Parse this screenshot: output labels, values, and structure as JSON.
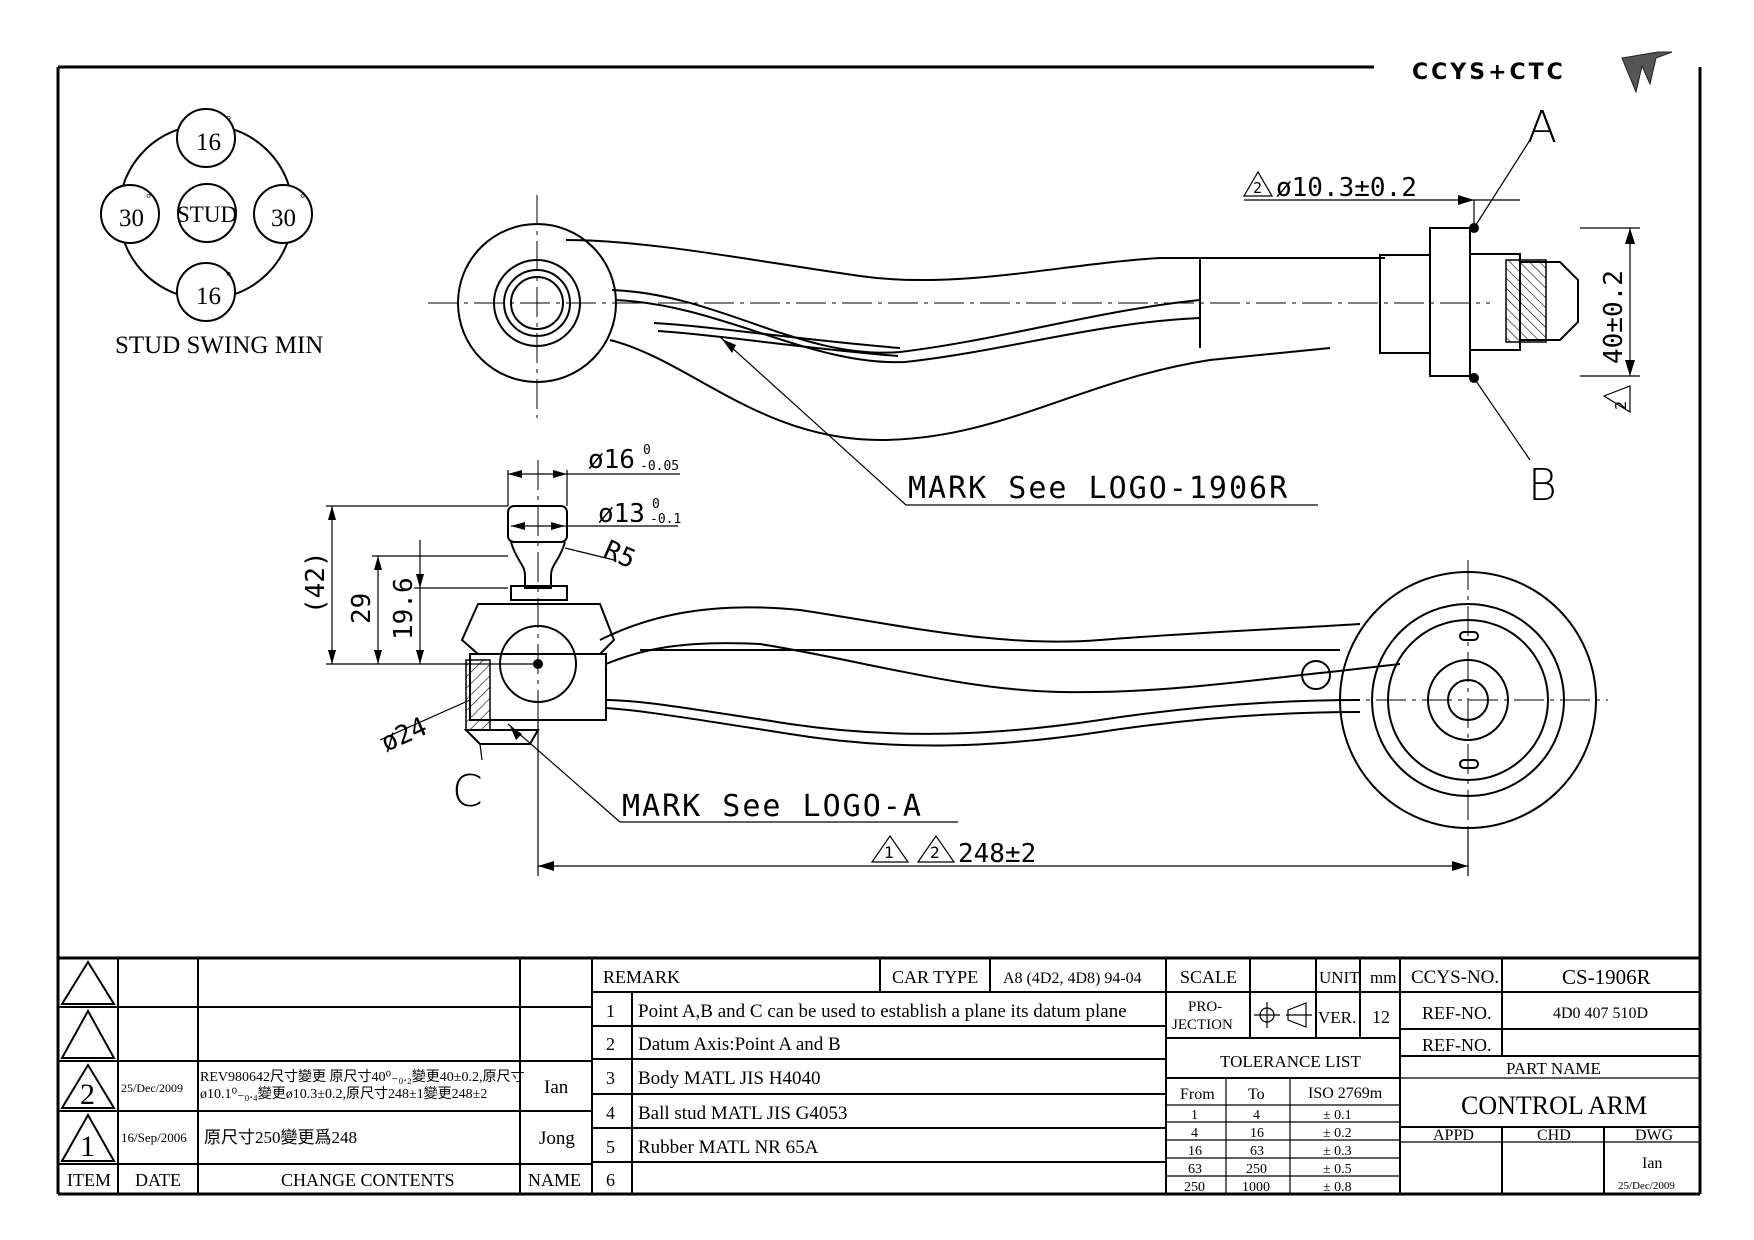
{
  "logo": {
    "text": "CCYS+CTC"
  },
  "stud_swing": {
    "top": "16",
    "left": "30",
    "center": "STUD",
    "right": "30",
    "bottom": "16",
    "degree": "°",
    "caption": "STUD SWING MIN"
  },
  "datum_labels": {
    "a": "A",
    "b": "B",
    "c": "C"
  },
  "top_view": {
    "dim_dia": "ø10.3±0.2",
    "dim_dia_rev": "2",
    "dim_height": "40±0.2",
    "dim_height_rev": "2",
    "mark_note": "MARK See LOGO-1906R"
  },
  "side_view": {
    "dim_16": "ø16",
    "dim_16_tol_upper": "0",
    "dim_16_tol_lower": "-0.05",
    "dim_13": "ø13",
    "dim_13_tol_upper": "0",
    "dim_13_tol_lower": "-0.1",
    "dim_r5": "R5",
    "dim_42": "(42)",
    "dim_29": "29",
    "dim_196": "19.6",
    "dim_24": "ø24",
    "mark_note": "MARK See LOGO-A",
    "dim_length": "248±2",
    "dim_length_rev1": "1",
    "dim_length_rev2": "2"
  },
  "revisions": {
    "rows": [
      {
        "item": "",
        "date": "",
        "contents": "",
        "name": ""
      },
      {
        "item": "",
        "date": "",
        "contents": "",
        "name": ""
      },
      {
        "item": "2",
        "date": "25/Dec/2009",
        "contents_line1": "REV980642尺寸變更 原尺寸40⁰₋₀.₂變更40±0.2,原尺寸",
        "contents_line2": "ø10.1⁰₋₀.₄變更ø10.3±0.2,原尺寸248±1變更248±2",
        "name": "Ian"
      },
      {
        "item": "1",
        "date": "16/Sep/2006",
        "contents": "原尺寸250變更爲248",
        "name": "Jong"
      }
    ],
    "headers": {
      "item": "ITEM",
      "date": "DATE",
      "contents": "CHANGE CONTENTS",
      "name": "NAME"
    }
  },
  "remarks": {
    "header": "REMARK",
    "car_type_label": "CAR TYPE",
    "car_type_value": "A8 (4D2, 4D8) 94-04",
    "items": [
      {
        "no": "1",
        "text": "Point A,B and C can be used to establish a plane its datum plane"
      },
      {
        "no": "2",
        "text": "Datum Axis:Point A and B"
      },
      {
        "no": "3",
        "text": "Body MATL JIS H4040"
      },
      {
        "no": "4",
        "text": "Ball stud MATL JIS G4053"
      },
      {
        "no": "5",
        "text": "Rubber MATL NR 65A"
      },
      {
        "no": "6",
        "text": ""
      }
    ]
  },
  "scale_block": {
    "scale_label": "SCALE",
    "scale_value": "",
    "unit_label": "UNIT",
    "unit_value": "mm",
    "projection_label_1": "PRO-",
    "projection_label_2": "JECTION",
    "ver_label": "VER.",
    "ver_value": "12",
    "tolerance_title": "TOLERANCE LIST",
    "tolerance_headers": [
      "From",
      "To",
      "ISO 2769m"
    ],
    "tolerance_rows": [
      [
        "1",
        "4",
        "± 0.1"
      ],
      [
        "4",
        "16",
        "± 0.2"
      ],
      [
        "16",
        "63",
        "± 0.3"
      ],
      [
        "63",
        "250",
        "± 0.5"
      ],
      [
        "250",
        "1000",
        "± 0.8"
      ]
    ]
  },
  "title_block": {
    "ccys_no_label": "CCYS-NO.",
    "ccys_no_value": "CS-1906R",
    "ref_no_label_1": "REF-NO.",
    "ref_no_value_1": "4D0 407 510D",
    "ref_no_label_2": "REF-NO.",
    "ref_no_value_2": "",
    "part_name_label": "PART NAME",
    "part_name_value": "CONTROL ARM",
    "appd_label": "APPD",
    "chd_label": "CHD",
    "dwg_label": "DWG",
    "dwg_name": "Ian",
    "dwg_date": "25/Dec/2009"
  }
}
